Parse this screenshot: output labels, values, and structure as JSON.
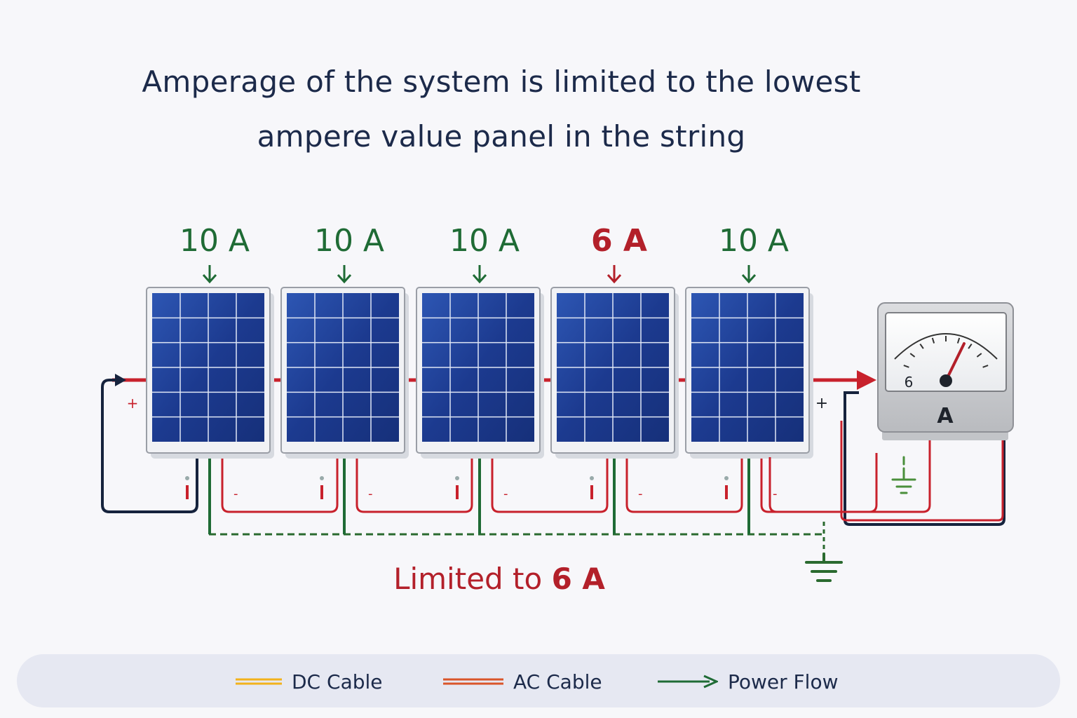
{
  "title": {
    "line1": "Amperage of the system is limited to the lowest",
    "line2": "ampere value panel in the string"
  },
  "panels": [
    {
      "current_label": "10 A",
      "amps": 10,
      "status": "normal"
    },
    {
      "current_label": "10 A",
      "amps": 10,
      "status": "normal"
    },
    {
      "current_label": "10 A",
      "amps": 10,
      "status": "normal"
    },
    {
      "current_label": "6 A",
      "amps": 6,
      "status": "lowest"
    },
    {
      "current_label": "10 A",
      "amps": 10,
      "status": "normal"
    }
  ],
  "terminals": {
    "positive": "+",
    "negative": "-"
  },
  "meter": {
    "scale_value": "6",
    "unit": "A"
  },
  "result": {
    "prefix": "Limited to ",
    "value": "6 A"
  },
  "legend": [
    {
      "label": "DC Cable",
      "kind": "dc-cable",
      "color": "#f2b21c"
    },
    {
      "label": "AC Cable",
      "kind": "ac-cable",
      "color": "#d9552a"
    },
    {
      "label": "Power Flow",
      "kind": "power-flow",
      "color": "#1f6b35"
    }
  ],
  "colors": {
    "normal": "#1f6b35",
    "lowest": "#b3202a",
    "panel_cell": "#1f3f96",
    "cable_positive": "#c8212c",
    "cable_negative": "#16233d",
    "ground": "#2a6a2f"
  }
}
